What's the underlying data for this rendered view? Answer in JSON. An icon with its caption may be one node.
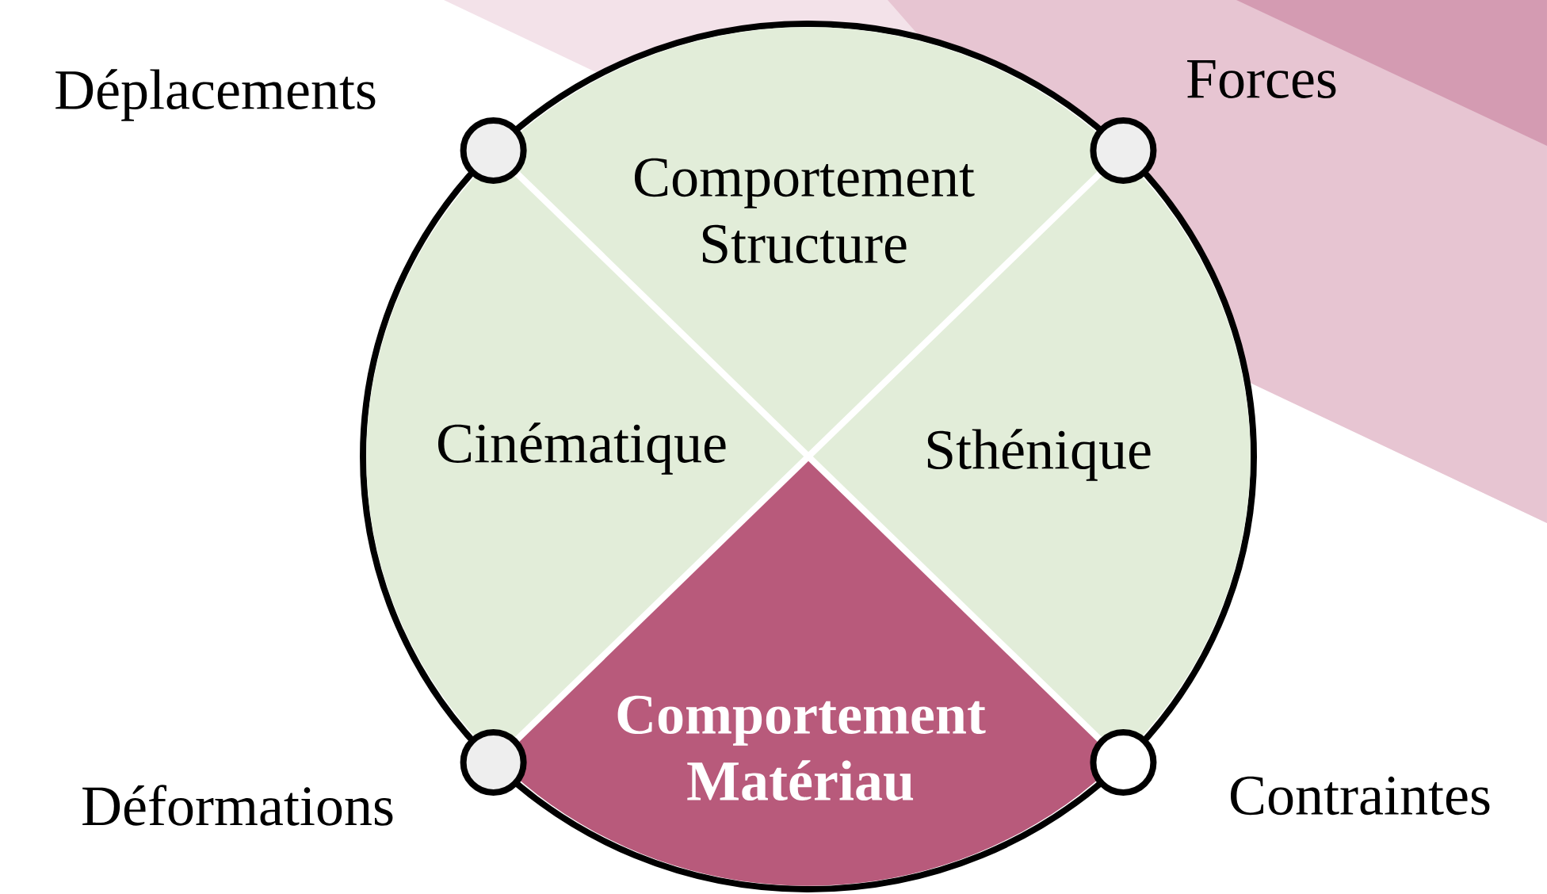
{
  "diagram": {
    "nodes": [
      {
        "text": [],
        "shape": "circle"
      },
      {
        "text": [],
        "shape": "circle"
      },
      {
        "text": [],
        "shape": "circle"
      },
      {
        "text": [
          "Comportement Structure"
        ],
        "in": 0
      },
      {
        "text": [
          "Cinématique"
        ],
        "in": 0
      },
      {
        "text": [
          "Sthénique"
        ],
        "in": 0
      },
      {
        "text": [],
        "shape": "circle"
      },
      {
        "text": [
          "Comportement Matériau"
        ],
        "in": 0
      },
      {
        "text": [],
        "shape": "circle"
      }
    ],
    "labels": [
      "Déplacements",
      "Forces",
      "Déformations",
      "Contraintes"
    ]
  }
}
